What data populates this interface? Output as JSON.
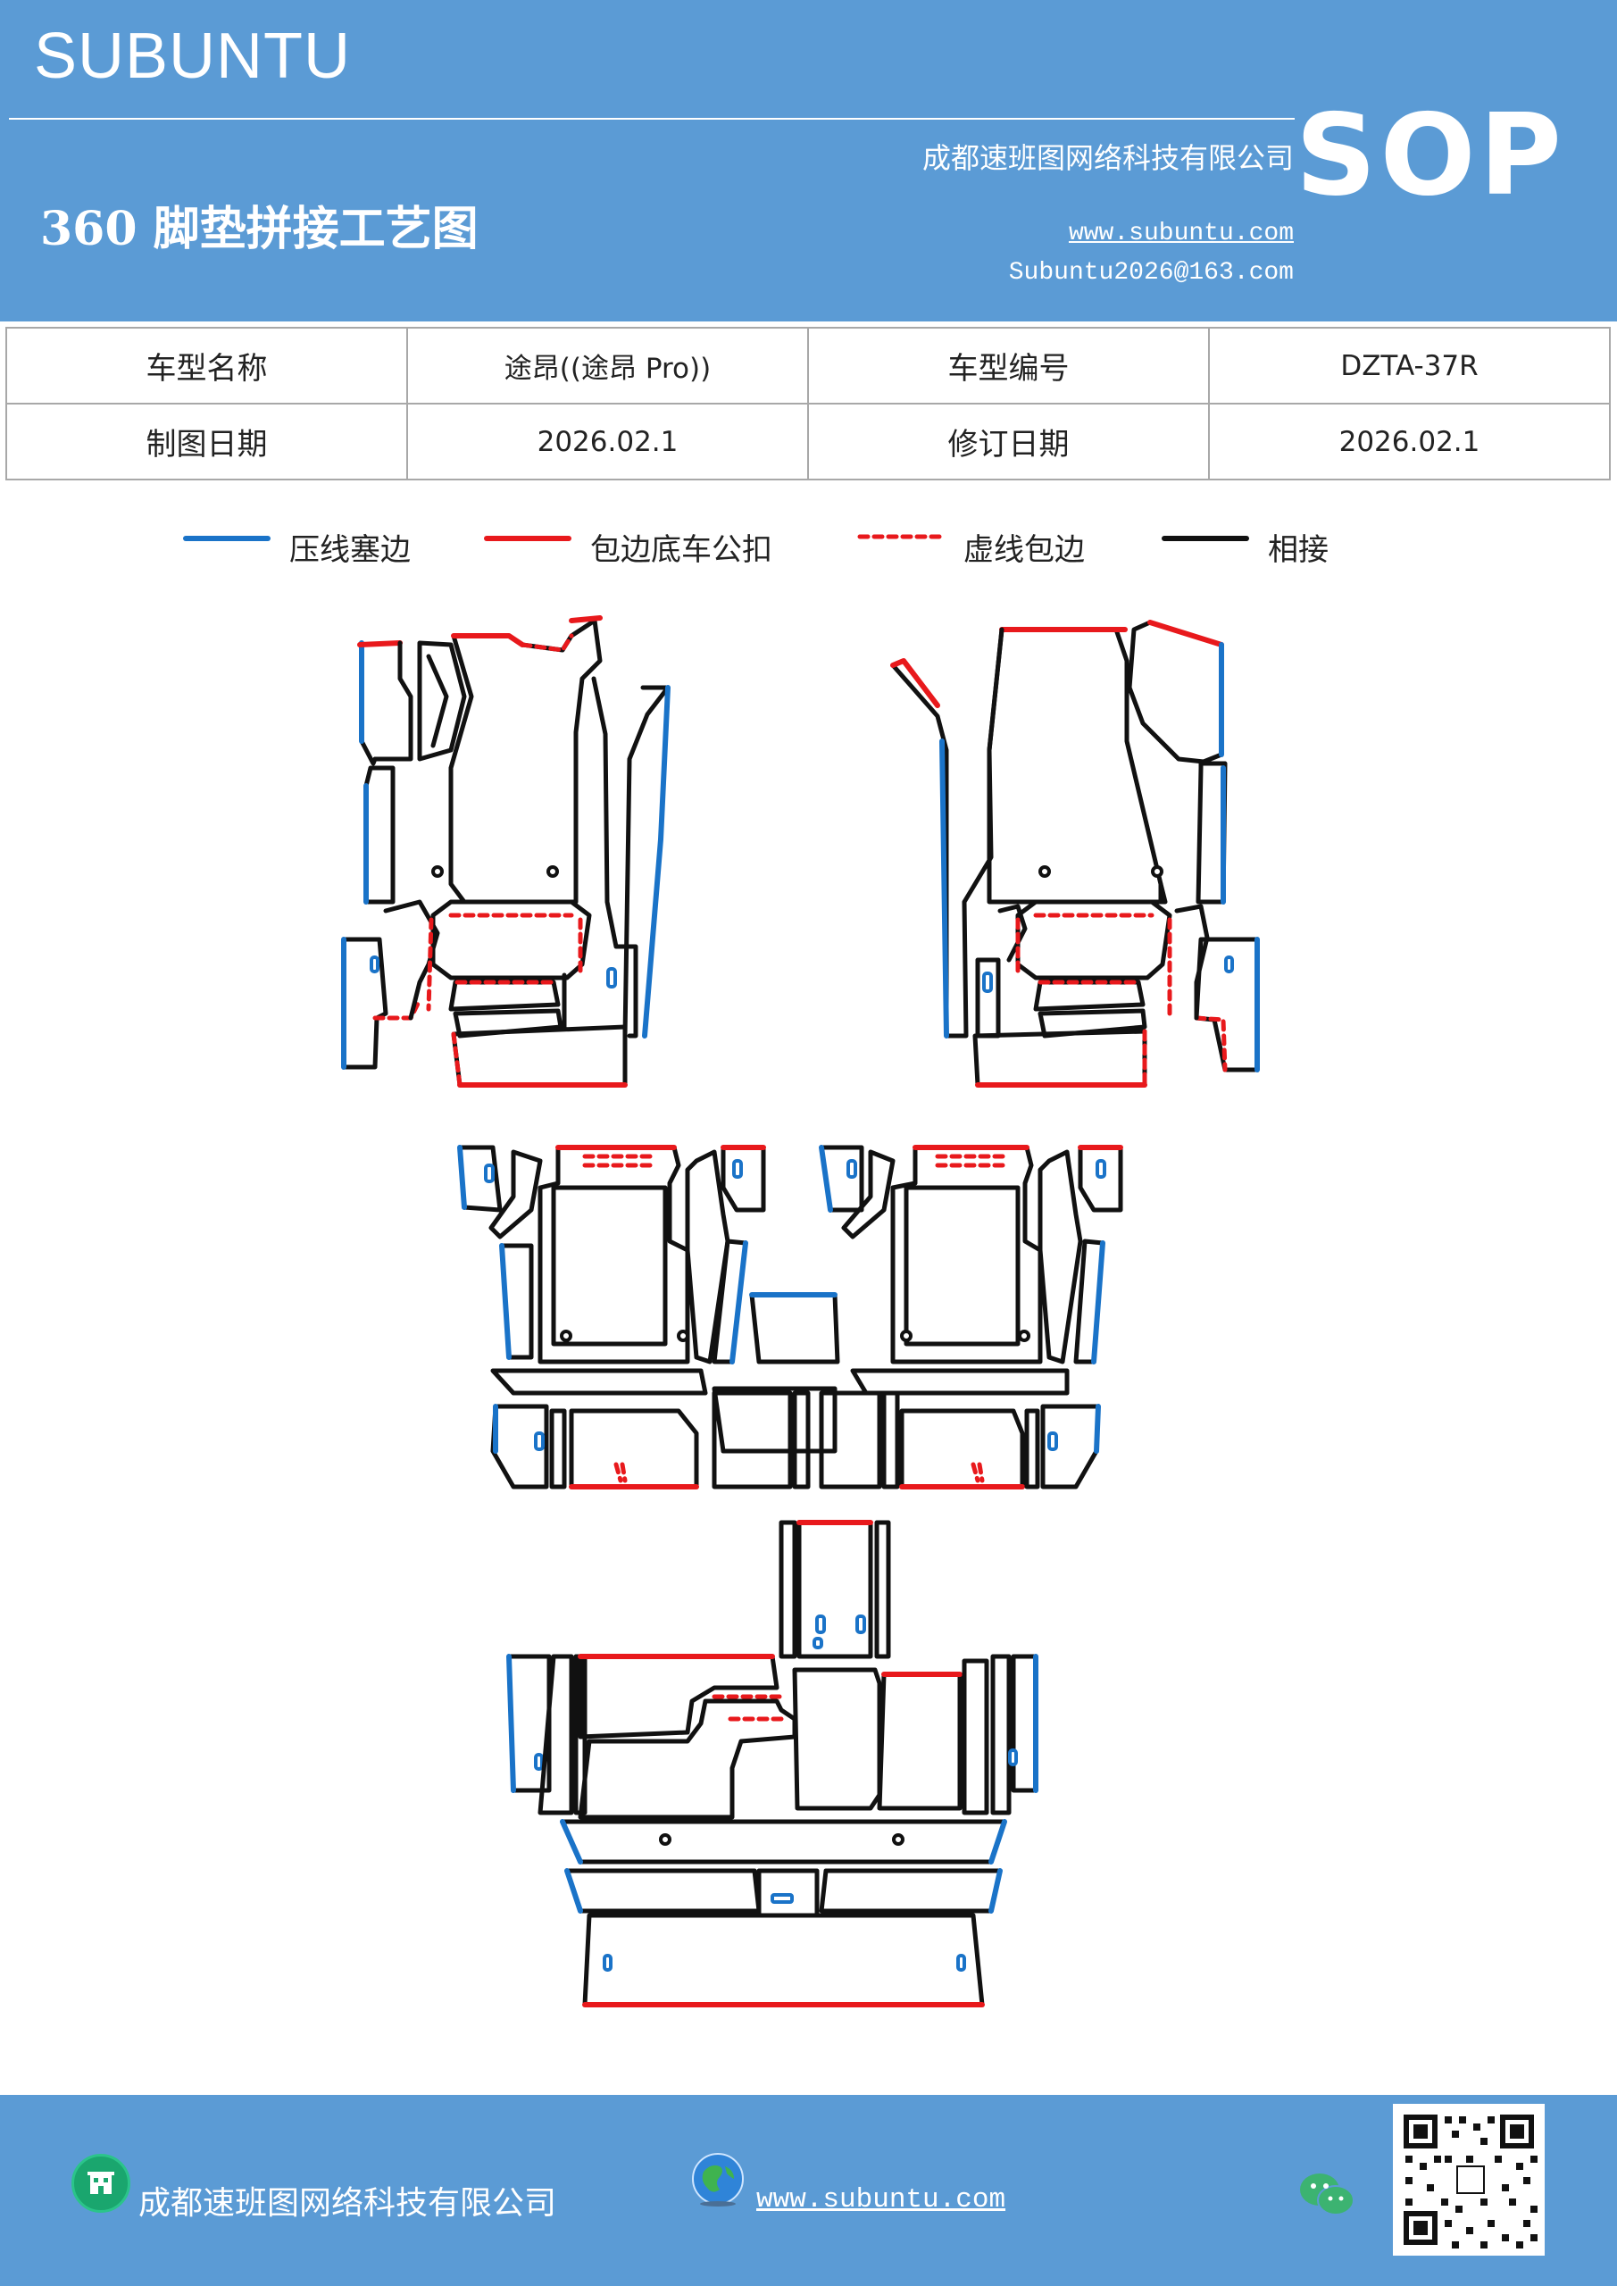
{
  "header": {
    "brand": "SUBUNTU",
    "company": "成都速班图网络科技有限公司",
    "title": "360 脚垫拼接工艺图",
    "website": "www.subuntu.com",
    "email": "Subuntu2026@163.com",
    "badge": "SOP"
  },
  "info_table": {
    "rows": [
      [
        {
          "label": "车型名称"
        },
        {
          "value": "途昂((途昂 Pro))"
        },
        {
          "label": "车型编号"
        },
        {
          "value": "DZTA-37R"
        }
      ],
      [
        {
          "label": "制图日期"
        },
        {
          "value": "2026.02.1"
        },
        {
          "label": "修订日期"
        },
        {
          "value": "2026.02.1"
        }
      ]
    ]
  },
  "legend": [
    {
      "label": "压线塞边",
      "color": "#1a73c8",
      "style": "solid"
    },
    {
      "label": "包边底车公扣",
      "color": "#e8191c",
      "style": "solid"
    },
    {
      "label": "虚线包边",
      "color": "#e8191c",
      "style": "dashed"
    },
    {
      "label": "相接",
      "color": "#111111",
      "style": "solid"
    }
  ],
  "colors": {
    "header_bg": "#5b9bd5",
    "blue_edge": "#1a73c8",
    "red_edge": "#e8191c",
    "black_edge": "#111111"
  },
  "footer": {
    "company": "成都速班图网络科技有限公司",
    "website": "www.subuntu.com",
    "icons": [
      "building-icon",
      "globe-icon",
      "wechat-icon",
      "qr-code"
    ]
  }
}
